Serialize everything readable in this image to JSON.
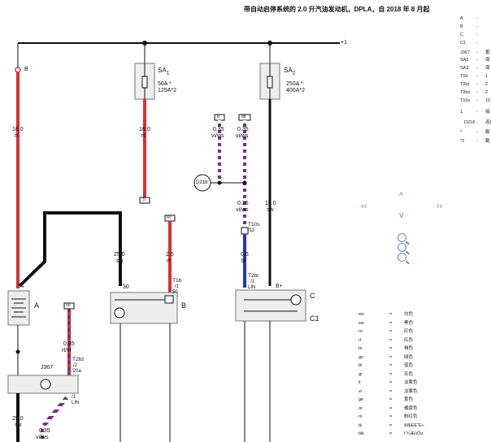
{
  "header": {
    "title": "带自动启停系统的 2.0 升汽油发动机，DPLA，自 2018 年 8 月起"
  },
  "diagram": {
    "bus_label": "+1",
    "top_left_connector": "B",
    "fuses": [
      {
        "id": "SA1",
        "main": "SA",
        "sub": "1",
        "ratings": [
          "50A *",
          "125A*2"
        ]
      },
      {
        "id": "SA2",
        "main": "SA",
        "sub": "2",
        "ratings": [
          "250A *",
          "400A*2"
        ]
      }
    ],
    "wires": [
      {
        "gauge": "16.0",
        "color": "rt"
      },
      {
        "gauge": "16.0",
        "color": "rt"
      },
      {
        "gauge": "0.35",
        "color": "vi/ws"
      },
      {
        "gauge": "0.35",
        "color": "vi/ws"
      },
      {
        "gauge": "0.35",
        "color": "vi/ws"
      },
      {
        "gauge": "16.0",
        "color": "sw"
      },
      {
        "gauge": "25.0",
        "color": "sw"
      },
      {
        "gauge": "2.5",
        "color": "rt"
      },
      {
        "gauge": "0.5",
        "color": "bl"
      },
      {
        "gauge": "0.35",
        "color": "rt/vi"
      },
      {
        "gauge": "25.0",
        "color": "sw"
      },
      {
        "gauge": "0.35",
        "color": "vi/ws"
      }
    ],
    "tags": [
      "D218",
      "T10s",
      "/11",
      "T2bt",
      "/1",
      "LIN",
      "T1b",
      "/1",
      "30",
      "50",
      "B+",
      "+",
      "J367",
      "T2bz",
      "/2",
      "/1",
      "LIN",
      "/20a",
      "A",
      "B",
      "C",
      "C1"
    ],
    "small_boxes": [
      "8",
      "88",
      "56",
      "5",
      "60"
    ]
  },
  "side_key": {
    "rows": [
      {
        "k": "A",
        "d": "-",
        "v": ""
      },
      {
        "k": "B",
        "d": "-",
        "v": ""
      },
      {
        "k": "C",
        "d": "-",
        "v": ""
      },
      {
        "k": "C1",
        "d": "-",
        "v": ""
      },
      {
        "k": "J367",
        "d": "-",
        "v": "蓄"
      },
      {
        "k": "SA1",
        "d": "-",
        "v": "保"
      },
      {
        "k": "SA2",
        "d": "-",
        "v": "保"
      },
      {
        "k": "T1b",
        "d": "-",
        "v": "1"
      },
      {
        "k": "T2bt",
        "d": "-",
        "v": "2"
      },
      {
        "k": "T2bz",
        "d": "-",
        "v": "2"
      },
      {
        "k": "T10s",
        "d": "-",
        "v": "10"
      },
      {
        "k": "1",
        "d": "-",
        "v": "接"
      },
      {
        "k": "D218",
        "d": "-",
        "v": "连接"
      },
      {
        "k": "*",
        "d": "-",
        "v": "截"
      },
      {
        "k": "*2",
        "d": "-",
        "v": "截"
      }
    ]
  },
  "color_legend": [
    {
      "code": "ws",
      "name": "白色"
    },
    {
      "code": "sw",
      "name": "黑色"
    },
    {
      "code": "ro",
      "name": "红色"
    },
    {
      "code": "rt",
      "name": "红色"
    },
    {
      "code": "br",
      "name": "褐色"
    },
    {
      "code": "gn",
      "name": "绿色"
    },
    {
      "code": "bl",
      "name": "蓝色"
    },
    {
      "code": "gr",
      "name": "灰色"
    },
    {
      "code": "li",
      "name": "淡紫色"
    },
    {
      "code": "vi",
      "name": "淡紫色"
    },
    {
      "code": "ge",
      "name": "黄色"
    },
    {
      "code": "or",
      "name": "橘黄色"
    },
    {
      "code": "rs",
      "name": "粉红色"
    },
    {
      "code": "tk",
      "name": "AIEEE˜E»"
    },
    {
      "code": "blk",
      "name": "Г¾ÆúÖu"
    }
  ],
  "nav": {
    "left": "‹‹",
    "right": "››",
    "up": "^",
    "down": "v"
  },
  "colors": {
    "red": "#d93030",
    "black": "#111111",
    "violet": "#7a2e83",
    "white": "#ffffff",
    "blue": "#2233cc",
    "nav": "#6f86c8"
  }
}
